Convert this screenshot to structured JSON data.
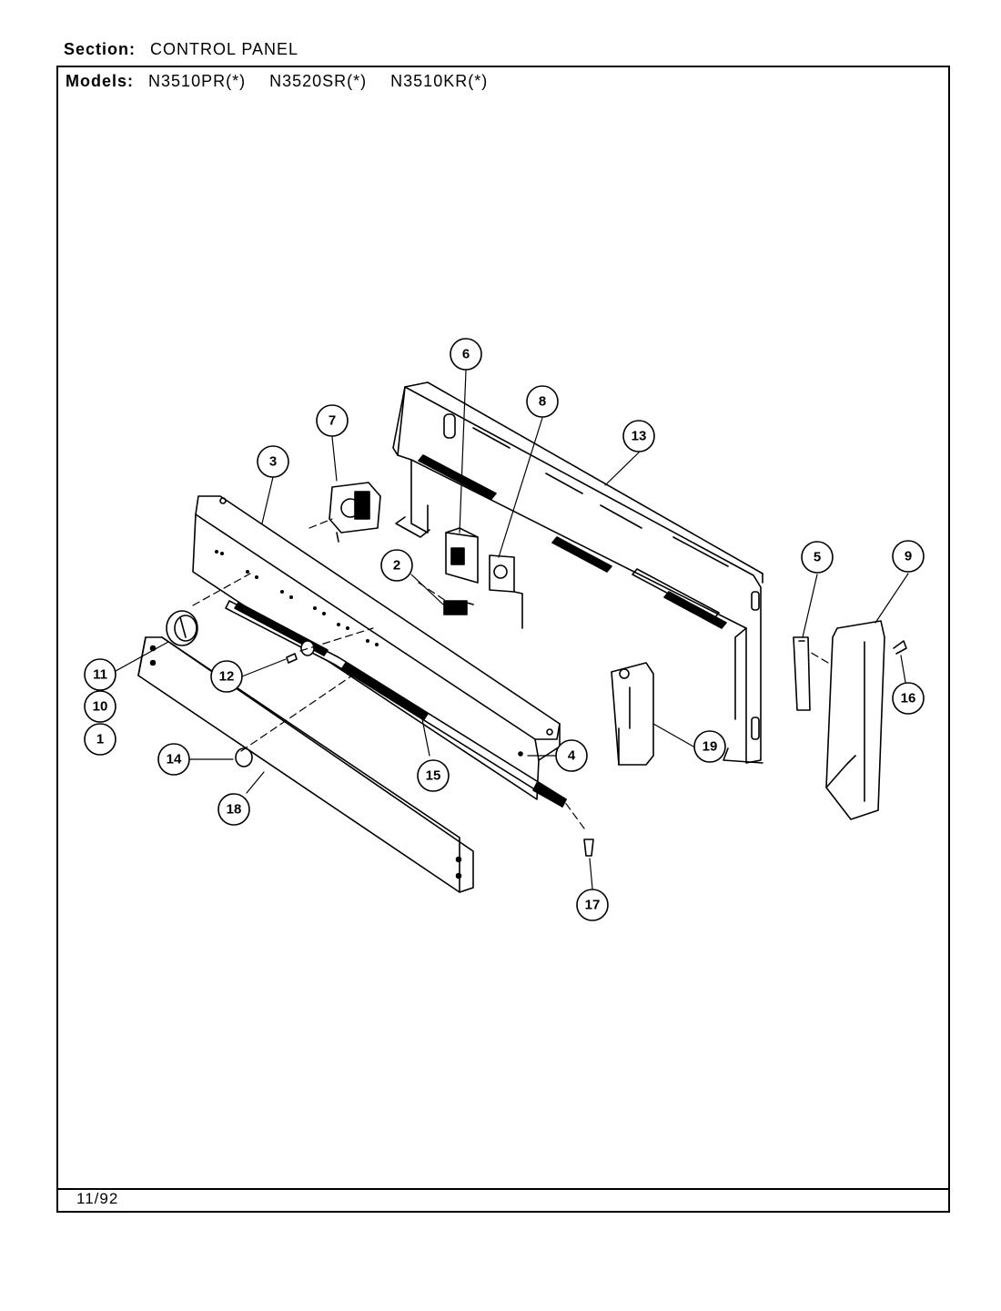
{
  "header": {
    "section_label": "Section:",
    "section_value": "CONTROL PANEL",
    "models_label": "Models:",
    "models": [
      "N3510PR(*)",
      "N3520SR(*)",
      "N3510KR(*)"
    ]
  },
  "footer": {
    "date": "11/92"
  },
  "callouts": [
    "1",
    "2",
    "3",
    "4",
    "5",
    "6",
    "7",
    "8",
    "9",
    "10",
    "11",
    "12",
    "13",
    "14",
    "15",
    "16",
    "17",
    "18",
    "19"
  ]
}
